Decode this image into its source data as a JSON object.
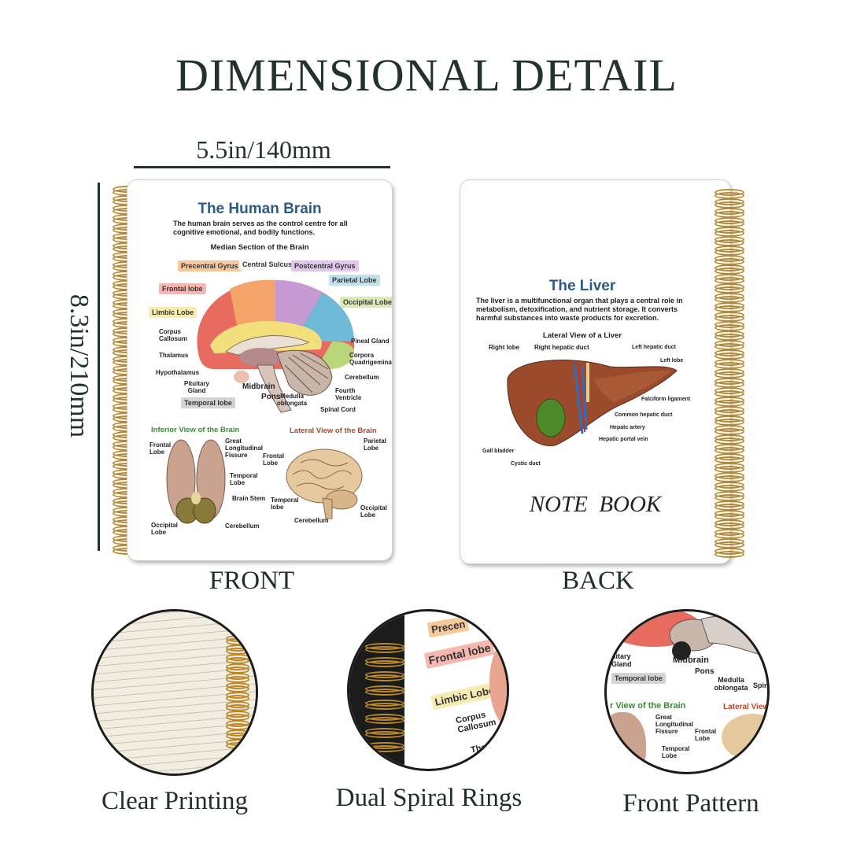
{
  "header": {
    "title": "DIMENSIONAL DETAIL"
  },
  "dimensions": {
    "width": "5.5in/140mm",
    "height": "8.3in/210mm"
  },
  "front": {
    "caption": "FRONT",
    "title": "The Human Brain",
    "intro": "The human brain serves as the control centre for all cognitive emotional, and bodily functions.",
    "section": "Median Section of the Brain",
    "tags": {
      "precentral": "Precentral Gyrus",
      "central": "Central Sulcus",
      "postcentral": "Postcentral Gyrus",
      "frontal": "Frontal lobe",
      "parietal": "Parietal Lobe",
      "limbic": "Limbic Lobe",
      "occipital": "Occipital Lobe",
      "temporal": "Temporal lobe"
    },
    "labels": {
      "corpus": "Corpus Callosum",
      "thalamus": "Thalamus",
      "hypothalamus": "Hypothalamus",
      "pituitary": "Pituitary Gland",
      "midbrain": "Midbrain",
      "pons": "Pons",
      "medulla": "Medulla oblongata",
      "spinal": "Spinal Cord",
      "fourth": "Fourth Ventricle",
      "cerebellum": "Cerebellum",
      "corpora": "Corpora Quadrigemina",
      "pineal": "Pineal Gland"
    },
    "inferior": {
      "title": "Inferior View of the Brain",
      "frontal": "Frontal Lobe",
      "fissure": "Great Longitudinal Fissure",
      "temporal": "Temporal Lobe",
      "stem": "Brain Stem",
      "occipital": "Occipital Lobe",
      "cerebellum": "Cerebellum"
    },
    "lateral": {
      "title": "Lateral View of the Brain",
      "frontal": "Frontal Lobe",
      "parietal": "Parietal Lobe",
      "temporal": "Temporal lobe",
      "occipital": "Occipital Lobe",
      "cerebellum": "Cerebellum"
    }
  },
  "back": {
    "caption": "BACK",
    "title": "The Liver",
    "intro": "The liver is a multifunctional organ that plays a central role in metabolism, detoxification, and nutrient storage. It converts harmful substances into waste products for excretion.",
    "section": "Lateral View of a Liver",
    "labels": {
      "right_lobe": "Right lobe",
      "right_duct": "Right hepatic duct",
      "left_duct": "Left hepatic duct",
      "left_lobe": "Left lobe",
      "falciform": "Falciform ligament",
      "common": "Common hepatic duct",
      "artery": "Hepatc artery",
      "portal": "Hepatic portal vein",
      "gall": "Gall bladder",
      "cystic": "Cystic duct"
    },
    "notebook_text": "NOTE  BOOK"
  },
  "details": [
    {
      "caption": "Clear Printing"
    },
    {
      "caption": "Dual Spiral Rings",
      "tags": {
        "precentral": "Precen",
        "frontal": "Frontal lobe",
        "limbic": "Limbic Lobe"
      },
      "labels": {
        "corpus": "Corpus Callosum",
        "thalamus": "Thalamu"
      }
    },
    {
      "caption": "Front Pattern",
      "labels": {
        "pituitary": "uitary Gland",
        "midbrain": "Midbrain",
        "pons": "Pons",
        "medulla": "Medulla oblongata",
        "spina": "Spina",
        "temporal": "Temporal lobe",
        "inferior": "r View of the Brain",
        "lateral": "Lateral View o",
        "fissure": "Great Longitudinal Fissure",
        "frontal": "Frontal Lobe",
        "temporal_lobe": "Temporal Lobe"
      }
    }
  ],
  "colors": {
    "ring": "#b8892e",
    "title_blue": "#2e5b84",
    "text": "#22332e"
  }
}
